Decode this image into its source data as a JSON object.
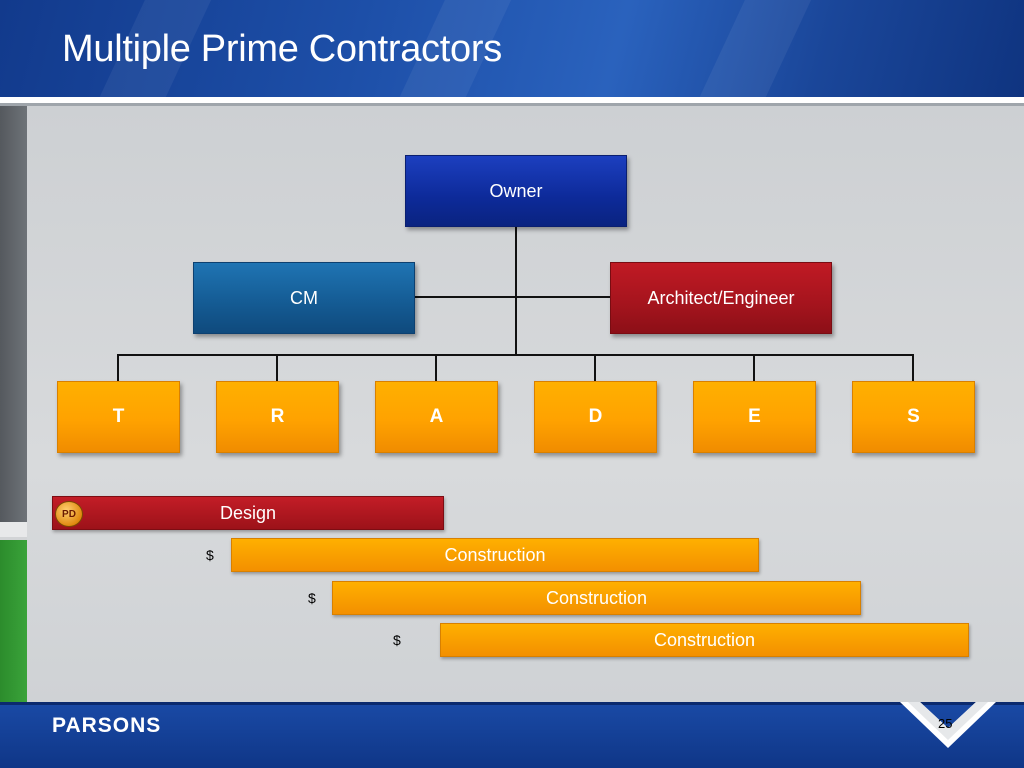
{
  "slide": {
    "title": "Multiple Prime Contractors",
    "page_number": "25"
  },
  "org_chart": {
    "owner": "Owner",
    "cm": "CM",
    "architect": "Architect/Engineer",
    "contractors": [
      "T",
      "R",
      "A",
      "D",
      "E",
      "S"
    ]
  },
  "timeline": {
    "badge": "PD",
    "design": "Design",
    "construction": [
      "Construction",
      "Construction",
      "Construction"
    ],
    "currency": "$"
  },
  "footer": {
    "logo": "PARSONS"
  },
  "colors": {
    "owner": "#0d2a99",
    "cm": "#145a92",
    "architect": "#a4141d",
    "contractor": "#ffa200"
  }
}
